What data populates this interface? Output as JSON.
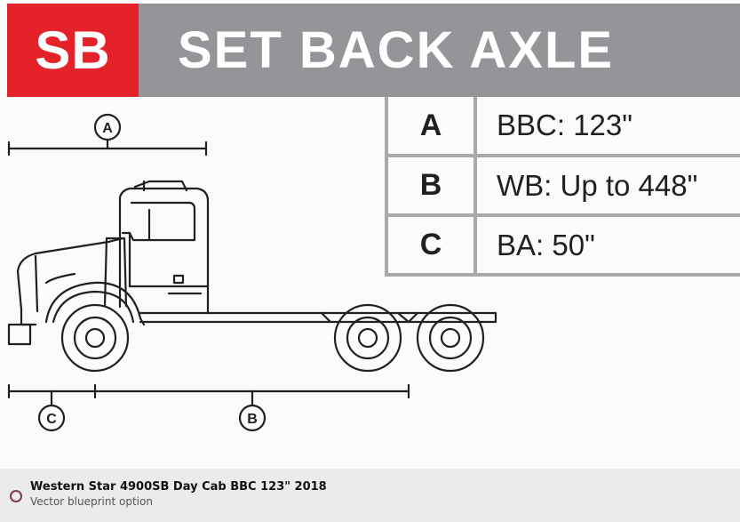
{
  "header": {
    "code": "SB",
    "title": "SET BACK AXLE",
    "code_color": "#e52229",
    "title_color": "#939598"
  },
  "specs": [
    {
      "key": "A",
      "value": "BBC: 123\""
    },
    {
      "key": "B",
      "value": "WB: Up to 448\""
    },
    {
      "key": "C",
      "value": "BA: 50\""
    }
  ],
  "diagram": {
    "dimension_labels": {
      "a": "A",
      "b": "B",
      "c": "C"
    },
    "icon": "truck-side-view-icon"
  },
  "caption": {
    "title": "Western Star 4900SB Day Cab BBC 123\" 2018",
    "subtitle": "Vector blueprint option",
    "icon": "radio-circle-icon",
    "accent": "#7b3a5e"
  }
}
